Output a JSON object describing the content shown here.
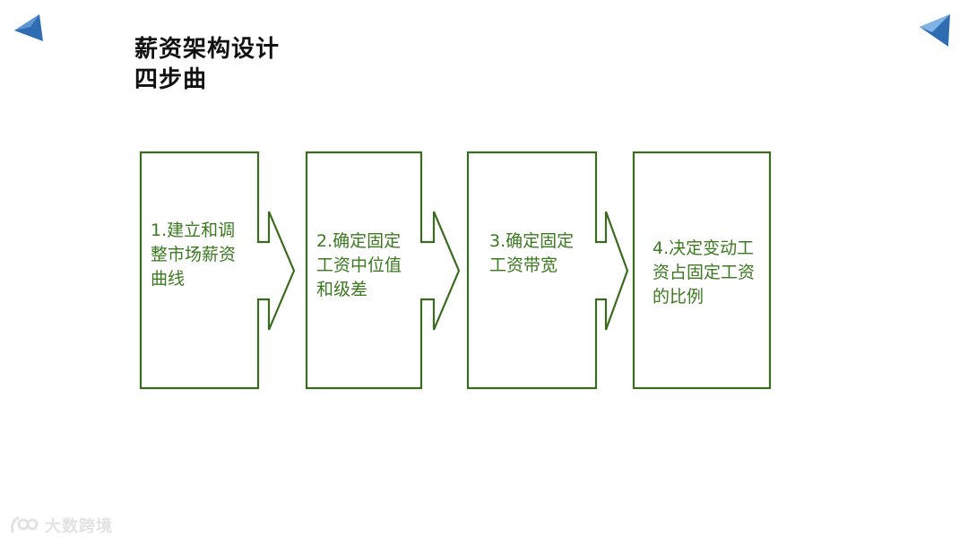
{
  "title": {
    "line1": "薪资架构设计",
    "line2": "四步曲"
  },
  "steps": [
    {
      "label": "1.建立和调整市场薪资曲线"
    },
    {
      "label": "2.确定固定工资中位值和级差"
    },
    {
      "label": "3.确定固定工资带宽"
    },
    {
      "label": "4.决定变动工资占固定工资的比例"
    }
  ],
  "colors": {
    "outline": "#3b6b1f",
    "step_text": "#3b7a1f",
    "title": "#111111",
    "accent_blue": "#2f6db3",
    "accent_light_blue": "#7fb2e5",
    "watermark": "#e3e3e3"
  },
  "watermark": {
    "text": "大数跨境",
    "logo": "stylized-logo-icon"
  }
}
